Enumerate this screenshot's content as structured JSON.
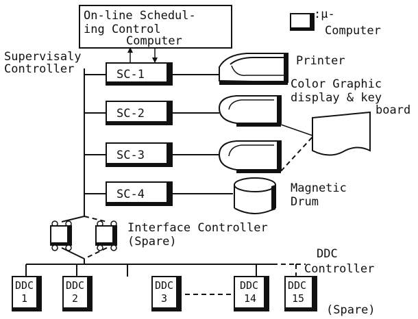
{
  "diagram": {
    "scheduling_computer": {
      "lines": [
        "On-line Schedul-",
        "ing Control",
        "Computer"
      ]
    },
    "legend": {
      "symbol_label": ":μ-",
      "text": "Computer"
    },
    "supervisory": {
      "lines": [
        "Supervisaly",
        "Controller"
      ]
    },
    "sc_units": [
      {
        "label": "SC-1"
      },
      {
        "label": "SC-2"
      },
      {
        "label": "SC-3"
      },
      {
        "label": "SC-4"
      }
    ],
    "printer": {
      "label": "Printer"
    },
    "color_graphic": {
      "lines": [
        "Color Graphic",
        "display & key",
        "board"
      ]
    },
    "magnetic_drum": {
      "lines": [
        "Magnetic",
        "Drum"
      ]
    },
    "interface_controller": {
      "lines": [
        "Interface Controller",
        "(Spare)"
      ]
    },
    "ddc_controller": {
      "lines": [
        "DDC",
        "Controller"
      ]
    },
    "ddc_units": [
      {
        "word": "DDC",
        "num": "1"
      },
      {
        "word": "DDC",
        "num": "2"
      },
      {
        "word": "DDC",
        "num": "3"
      },
      {
        "word": "DDC",
        "num": "14"
      },
      {
        "word": "DDC",
        "num": "15"
      }
    ],
    "spare_label": "(Spare)"
  }
}
